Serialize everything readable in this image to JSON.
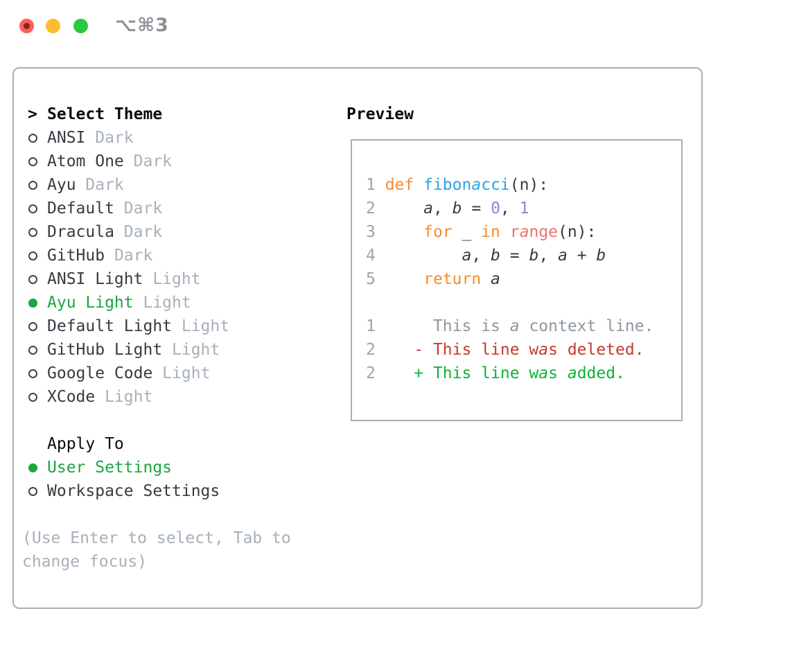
{
  "window": {
    "title": "⌥⌘3",
    "controls": [
      {
        "name": "close",
        "color_key": "traffic_red"
      },
      {
        "name": "minimize",
        "color_key": "traffic_yellow"
      },
      {
        "name": "zoom",
        "color_key": "traffic_green"
      }
    ]
  },
  "theme_picker": {
    "header": {
      "prompt": ">",
      "label": "Select Theme"
    },
    "themes": [
      {
        "name": "ANSI",
        "variant": "Dark",
        "selected": false
      },
      {
        "name": "Atom One",
        "variant": "Dark",
        "selected": false
      },
      {
        "name": "Ayu",
        "variant": "Dark",
        "selected": false
      },
      {
        "name": "Default",
        "variant": "Dark",
        "selected": false
      },
      {
        "name": "Dracula",
        "variant": "Dark",
        "selected": false
      },
      {
        "name": "GitHub",
        "variant": "Dark",
        "selected": false
      },
      {
        "name": "ANSI Light",
        "variant": "Light",
        "selected": false
      },
      {
        "name": "Ayu Light",
        "variant": "Light",
        "selected": true
      },
      {
        "name": "Default Light",
        "variant": "Light",
        "selected": false
      },
      {
        "name": "GitHub Light",
        "variant": "Light",
        "selected": false
      },
      {
        "name": "Google Code",
        "variant": "Light",
        "selected": false
      },
      {
        "name": "XCode",
        "variant": "Light",
        "selected": false
      }
    ],
    "apply_to": {
      "label": "Apply To",
      "options": [
        {
          "name": "User Settings",
          "selected": true
        },
        {
          "name": "Workspace Settings",
          "selected": false
        }
      ]
    },
    "hint_lines": [
      "(Use Enter to select, Tab to",
      "change focus)"
    ]
  },
  "preview": {
    "title": "Preview",
    "code_lines": [
      [
        {
          "t": "1 ",
          "c": "num"
        },
        {
          "t": "def",
          "c": "kw"
        },
        {
          "t": " ",
          "c": "pn"
        },
        {
          "t": "fibon",
          "c": "fn"
        },
        {
          "t": "a",
          "c": "fn",
          "i": true
        },
        {
          "t": "cci",
          "c": "fn"
        },
        {
          "t": "(n):",
          "c": "pn"
        }
      ],
      [
        {
          "t": "2 ",
          "c": "num"
        },
        {
          "t": "    ",
          "c": "pn"
        },
        {
          "t": "a",
          "c": "var"
        },
        {
          "t": ", ",
          "c": "pn"
        },
        {
          "t": "b",
          "c": "var"
        },
        {
          "t": " = ",
          "c": "pn"
        },
        {
          "t": "0",
          "c": "lit"
        },
        {
          "t": ", ",
          "c": "pn"
        },
        {
          "t": "1",
          "c": "lit"
        }
      ],
      [
        {
          "t": "3 ",
          "c": "num"
        },
        {
          "t": "    ",
          "c": "pn"
        },
        {
          "t": "for",
          "c": "kw"
        },
        {
          "t": " _ ",
          "c": "pn"
        },
        {
          "t": "in",
          "c": "kw"
        },
        {
          "t": " ",
          "c": "pn"
        },
        {
          "t": "r",
          "c": "call"
        },
        {
          "t": "a",
          "c": "call",
          "i": true
        },
        {
          "t": "nge",
          "c": "call"
        },
        {
          "t": "(n):",
          "c": "pn"
        }
      ],
      [
        {
          "t": "4 ",
          "c": "num"
        },
        {
          "t": "        ",
          "c": "pn"
        },
        {
          "t": "a",
          "c": "var"
        },
        {
          "t": ", ",
          "c": "pn"
        },
        {
          "t": "b",
          "c": "var"
        },
        {
          "t": " = ",
          "c": "pn"
        },
        {
          "t": "b",
          "c": "var"
        },
        {
          "t": ", ",
          "c": "pn"
        },
        {
          "t": "a",
          "c": "var"
        },
        {
          "t": " + ",
          "c": "pn"
        },
        {
          "t": "b",
          "c": "var"
        }
      ],
      [
        {
          "t": "5 ",
          "c": "num"
        },
        {
          "t": "    ",
          "c": "pn"
        },
        {
          "t": "return",
          "c": "kw"
        },
        {
          "t": " ",
          "c": "pn"
        },
        {
          "t": "a",
          "c": "var"
        }
      ]
    ],
    "diff_lines": [
      [
        {
          "t": "1",
          "c": "num"
        },
        {
          "t": "      ",
          "c": "ctx"
        },
        {
          "t": "This is ",
          "c": "ctx"
        },
        {
          "t": "a",
          "c": "ctx",
          "i": true
        },
        {
          "t": " context line.",
          "c": "ctx"
        }
      ],
      [
        {
          "t": "2",
          "c": "num"
        },
        {
          "t": "    ",
          "c": "del"
        },
        {
          "t": "- This line w",
          "c": "del"
        },
        {
          "t": "a",
          "c": "del",
          "i": true
        },
        {
          "t": "s deleted.",
          "c": "del"
        }
      ],
      [
        {
          "t": "2",
          "c": "num"
        },
        {
          "t": "    ",
          "c": "add"
        },
        {
          "t": "+ This line w",
          "c": "add"
        },
        {
          "t": "a",
          "c": "add",
          "i": true
        },
        {
          "t": "s ",
          "c": "add"
        },
        {
          "t": "a",
          "c": "add",
          "i": true
        },
        {
          "t": "dded.",
          "c": "add"
        }
      ]
    ]
  },
  "colors": {
    "traffic_red": "#ff5f57",
    "traffic_red_dot": "#8a211b",
    "traffic_yellow": "#febc2e",
    "traffic_green": "#2bc840",
    "title_gray": "#8e9298",
    "border_gray": "#a6afb8",
    "text_dark": "#363b42",
    "text_black": "#0b0b0c",
    "muted_gray": "#a7b0ba",
    "selection_green": "#17a63f",
    "radio_dark": "#3e434b",
    "line_number_gray": "#9aa3ad",
    "keyword_orange": "#f78c2e",
    "function_blue": "#2aa3e8",
    "number_purple": "#a37acc",
    "builtin_coral": "#f07171",
    "context_gray": "#8e97a0",
    "deleted_red": "#c63a2b",
    "added_green": "#0db335"
  }
}
